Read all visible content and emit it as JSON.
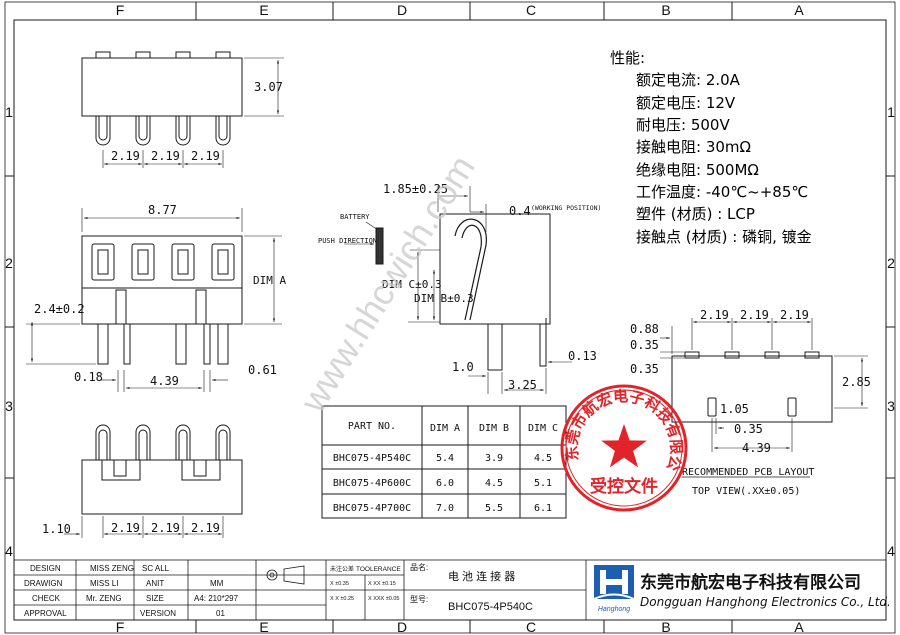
{
  "frame": {
    "col_labels": [
      "F",
      "E",
      "D",
      "C",
      "B",
      "A"
    ],
    "row_labels": [
      "1",
      "2",
      "3",
      "4"
    ]
  },
  "specs": {
    "title": "性能:",
    "items": [
      "额定电流: 2.0A",
      "额定电压: 12V",
      "耐电压: 500V",
      "接触电阻: 30mΩ",
      "绝缘电阻: 500MΩ",
      "工作温度: -40℃~+85℃",
      "塑件 (材质) : LCP",
      "接触点 (材质) : 磷铜, 镀金"
    ]
  },
  "dims": {
    "height_top": "3.07",
    "pitch": "2.19",
    "width": "8.77",
    "dim_a": "DIM A",
    "offset_24": "2.4±0.2",
    "d018": "0.18",
    "d439": "4.39",
    "d061": "0.61",
    "d110": "1.10",
    "side_185": "1.85±0.25",
    "side_04": "0.4",
    "working_position": "(WORKING POSITION)",
    "battery": "BATTERY",
    "push_direction": "PUSH DIRECTION",
    "dim_c": "DIM C±0.3",
    "dim_b": "DIM B±0.3",
    "d10": "1.0",
    "d325": "3.25",
    "d013": "0.13",
    "pcb_088": "0.88",
    "pcb_035a": "0.35",
    "pcb_035b": "0.35",
    "pcb_285": "2.85",
    "pcb_105": "1.05",
    "pcb_035c": "0.35",
    "pcb_439": "4.39",
    "pcb_title": "RECOMMENDED PCB LAYOUT",
    "pcb_view": "TOP VIEW(.XX±0.05)"
  },
  "part_table": {
    "headers": [
      "PART NO.",
      "DIM A",
      "DIM B",
      "DIM C"
    ],
    "rows": [
      [
        "BHC075-4P540C",
        "5.4",
        "3.9",
        "4.5"
      ],
      [
        "BHC075-4P600C",
        "6.0",
        "4.5",
        "5.1"
      ],
      [
        "BHC075-4P700C",
        "7.0",
        "5.5",
        "6.1"
      ]
    ]
  },
  "watermark": "www.hhcwich.com",
  "stamp": {
    "ring_text": "东莞市航宏电子科技有限公司",
    "center_text": "受控文件"
  },
  "title_block": {
    "design_label": "DESIGN",
    "design_value": "MISS ZENG",
    "drawing_label": "DRAWIGN",
    "drawing_value": "MISS LI",
    "check_label": "CHECK",
    "check_value": "Mr. ZENG",
    "approval_label": "APPROVAL",
    "scale_label": "SC ALL",
    "unit_label": "ANIT",
    "unit_value": "MM",
    "size_label": "SIZE",
    "size_value": "A4: 210*297",
    "version_label": "VERSION",
    "version_value": "01",
    "tol_note": "未注公差",
    "tol_label": "TOOLERANCE",
    "tol_x": "X ±0.35",
    "tol_xxx": "X XX ±0.15",
    "tol_xx": "X X ±0.25",
    "tol_xxxx": "X XXX ±0.05",
    "name_label": "品名:",
    "name_value": "电 池 连 接 器",
    "model_label": "型号:",
    "model_value": "BHC075-4P540C",
    "logo_text": "Hanghong",
    "company_cn": "东莞市航宏电子科技有限公司",
    "company_en": "Dongguan Hanghong Electronics Co., Ltd."
  },
  "colors": {
    "line": "#1a1a1a",
    "stamp": "#e0242a",
    "logo": "#1c5fb0",
    "watermark": "#c8c8c8"
  }
}
